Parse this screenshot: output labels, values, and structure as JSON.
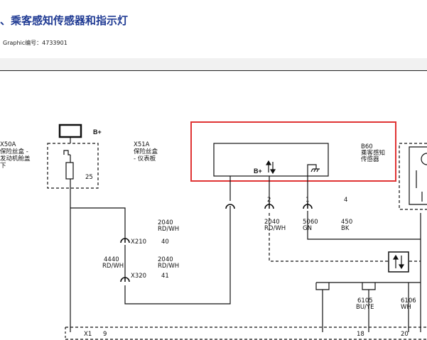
{
  "header": {
    "title": "、乘客感知传感器和指示灯",
    "graphic_id": "Graphic编号：4733901"
  },
  "colors": {
    "title": "#1f3a93",
    "highlight": "#e03434",
    "wire": "#111111"
  },
  "components": {
    "x50a": {
      "code": "X50A",
      "line1": "保险丝盒 -",
      "line2": "发动机舱盖",
      "line3": "下"
    },
    "x51a": {
      "code": "X51A",
      "line1": "保险丝盒",
      "line2": "- 仪表板"
    },
    "b60": {
      "code": "B60",
      "line1": "乘客感知",
      "line2": "传感器"
    },
    "fuse_bplus": "B+",
    "fuse_pin": "25",
    "sensor_bplus": "B+"
  },
  "connectors": {
    "x210": "X210",
    "x210_pin": "40",
    "x320": "X320",
    "x320_pin": "41",
    "x1": "X1",
    "x1_pin_a": "9",
    "x1_pin_b": "18",
    "x1_pin_c": "20"
  },
  "wires": {
    "w2040_top_num": "2040",
    "w2040_top_color": "RD/WH",
    "w4440_num": "4440",
    "w4440_color": "RD/WH",
    "w2040_bot_num": "2040",
    "w2040_bot_color": "RD/WH",
    "w2040_sensor_num": "2040",
    "w2040_sensor_color": "RD/WH",
    "w5060_num": "5060",
    "w5060_color": "GN",
    "w450_num": "450",
    "w450_color": "BK",
    "w6105_num": "6105",
    "w6105_color": "BU/YE",
    "w6106_num": "6106",
    "w6106_color": "WH"
  },
  "pins": {
    "sensor_pin_a": "2",
    "sensor_pin_b": "1",
    "sensor_pin_c": "4"
  }
}
